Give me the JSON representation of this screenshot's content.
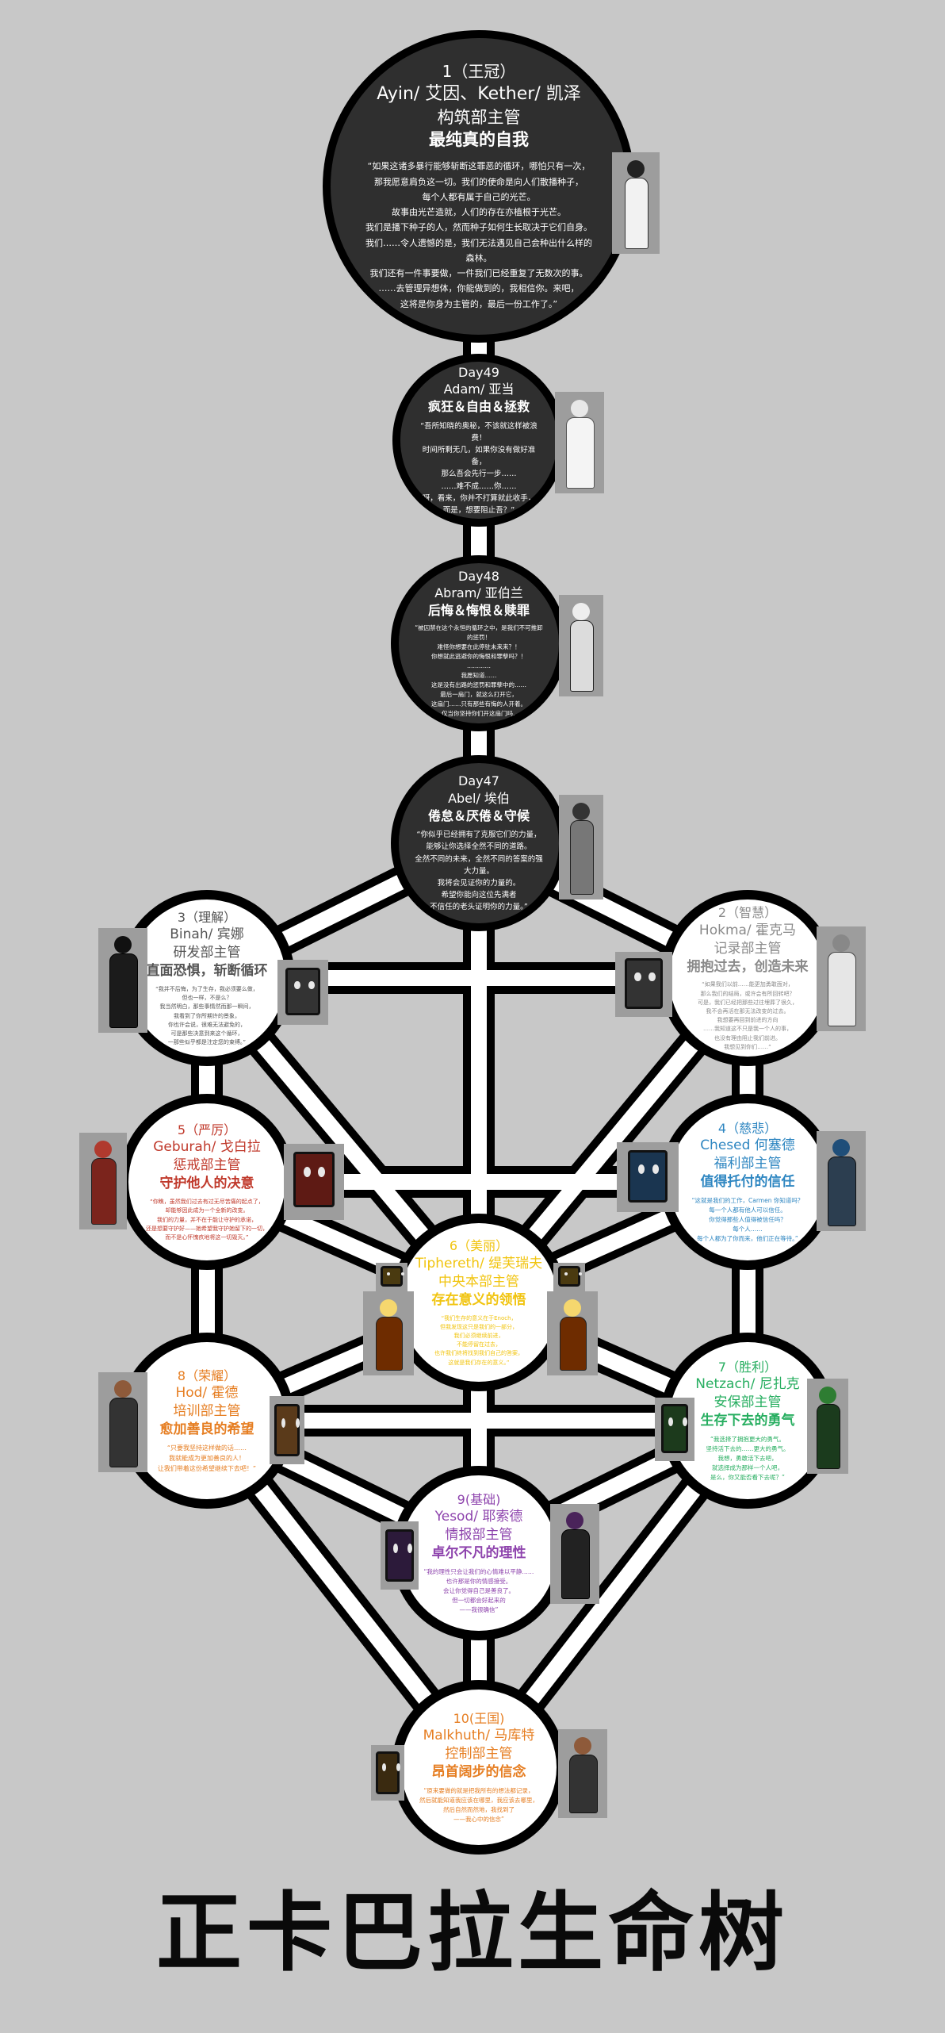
{
  "title": "正卡巴拉生命树",
  "colors": {
    "background": "#c8c8c8",
    "path": "#000000",
    "light_node": "#ffffff",
    "dark_node": "#2f2f2f",
    "binah": "#555555",
    "hokma": "#8a8a8a",
    "geburah": "#c0392b",
    "chesed": "#2e86c1",
    "tiphereth": "#f1c40f",
    "hod": "#e67e22",
    "netzach": "#27ae60",
    "yesod": "#8e44ad",
    "malkhuth": "#e67e22"
  },
  "nodes": {
    "kether": {
      "number": "1（王冠）",
      "name": "Ayin/ 艾因、Kether/ 凯泽",
      "role": "构筑部主管",
      "motto": "最纯真的自我",
      "quote": "“如果这诸多暴行能够斩断这罪恶的循环，哪怕只有一次，\n那我愿意肩负这一切。我们的使命是向人们散播种子，\n每个人都有属于自己的光芒。\n故事由光芒造就，人们的存在亦植根于光芒。\n我们是播下种子的人，然而种子如何生长取决于它们自身。\n我们……令人遗憾的是，我们无法遇见自己会种出什么样的森林。\n我们还有一件事要做，一件我们已经重复了无数次的事。\n……去管理异想体，你能做到的，我相信你。来吧，\n这将是你身为主管的，最后一份工作了。”"
    },
    "day49": {
      "number": "Day49",
      "name": "Adam/ 亚当",
      "motto": "疯狂＆自由＆拯救",
      "quote": "“吾所知晓的奥秘，不该就这样被浪费！\n时间所剩无几，如果你没有做好准备，\n那么吾会先行一步……\n……难不成……你……\n呀，看来，你并不打算就此收手，\n而是，想要阻止吾？”"
    },
    "day48": {
      "number": "Day48",
      "name": "Abram/ 亚伯兰",
      "motto": "后悔＆悔恨＆赎罪",
      "quote": "“被囚禁在这个永恒的循环之中，是我们不可推卸的惩罚！\n难怪你想要在此停驻未来来？！\n你想就此逃避你的悔恨和罪孽吗？！\n…………\n我愿知道……\n这是没有出路的惩罚和罪孽中的……\n最后一扇门，就这么打开它，\n这扇门……只有那些有悔的人开着。\n……仅当你坚持你们开这扇门吗……”"
    },
    "day47": {
      "number": "Day47",
      "name": "Abel/ 埃伯",
      "motto": "倦怠＆厌倦＆守候",
      "quote": "“你似乎已经拥有了克服它们的力量，\n能够让你选择全然不同的道路。\n全然不同的未来，全然不同的答案的强大力量。\n我将会见证你的力量的。\n希望你能向这位先满者\n不信任的老头证明你的力量。”"
    },
    "binah": {
      "number": "3（理解）",
      "name": "Binah/ 宾娜",
      "role": "研发部主管",
      "motto": "直面恐惧，斩断循环",
      "quote": "“我并不后悔，为了生存，我必须要么做，\n但也一样，不是么？\n我当然明白，那些事情然而那一瞬间，\n我看到了你所期许的景象，\n你也许会说，很难无法避免的，\n可是那些决意到来这个循环，\n一那些似乎都是注定您的束缚。”"
    },
    "hokma": {
      "number": "2（智慧）",
      "name": "Hokma/ 霍克马",
      "role": "记录部主管",
      "motto": "拥抱过去，创造未来",
      "quote": "“如果我们以前……能更加勇敢面对，\n那么我们的结局，或许会有所回转吧？\n可是，我们已经把那些过往埋葬了很久，\n我不会再活在那无法改变的过去。\n我想要再回到前进的方向\n……我知道这不只是我一个人的事，\n也没有理由阻止我们前进。\n我想见到你们……”"
    },
    "geburah": {
      "number": "5（严厉）",
      "name": "Geburah/ 戈白拉",
      "role": "惩戒部主管",
      "motto": "守护他人的决意",
      "quote": "“你瞧，虽然我们过去有过无尽苦痛的起点了，\n却能够因此成为一个全新的改变。\n我们的力量，并不在于能让守护的承诺，\n还是想要守护好——她希望我守护她留下的一切，\n而不是心怀愧疚地将这一切毁灭。”"
    },
    "chesed": {
      "number": "4（慈悲）",
      "name": "Chesed 何塞德",
      "role": "福利部主管",
      "motto": "值得托付的信任",
      "quote": "“这就是我们的工作，Carmen 你知道吗？\n每一个人都有他人可以信任。\n你觉得那些人值得被信任吗？\n每个人……\n每个人都为了你而来，他们正在等待。”"
    },
    "tiphereth": {
      "number": "6（美丽）",
      "name": "Tiphereth/ 缇芙瑞夫",
      "role": "中央本部主管",
      "motto": "存在意义的领悟",
      "quote": "“我们生存的意义在于Enoch，\n但我发现这只是我们的一部分，\n我们必须继续前进，\n不能停留在过去，\n也许我们终将找到我们自己的答案，\n这就是我们存在的意义。”"
    },
    "hod": {
      "number": "8（荣耀）",
      "name": "Hod/ 霍德",
      "role": "培训部主管",
      "motto": "愈加善良的希望",
      "quote": "“只要我坚持这样做的话……\n我就能成为更加善良的人！\n让我们带着这份希望继续下去吧！”"
    },
    "netzach": {
      "number": "7（胜利）",
      "name": "Netzach/ 尼扎克",
      "role": "安保部主管",
      "motto": "生存下去的勇气",
      "quote": "“我选择了拥抱更大的勇气。\n坚持活下去的……更大的勇气。\n我想，勇敢活下去吧，\n就选择成为那样一个人吧，\n是么，你又能否看下去呢？”"
    },
    "yesod": {
      "number": "9(基础)",
      "name": "Yesod/ 耶索德",
      "role": "情报部主管",
      "motto": "卓尔不凡的理性",
      "quote": "“我的理性只会让我们的心情难以平静……\n也许那是你的情感接受。\n会让你觉得自己是善良了。\n但一切都会好起来的\n——我很确信”"
    },
    "malkhuth": {
      "number": "10(王国)",
      "name": "Malkhuth/ 马库特",
      "role": "控制部主管",
      "motto": "昂首阔步的信念",
      "quote": "“原来要做的就是把我所有的想法都记录，\n然后就能知道我应该在哪里，我应该去哪里，\n然后自然而然地，我找到了\n——我心中的信念”"
    }
  }
}
